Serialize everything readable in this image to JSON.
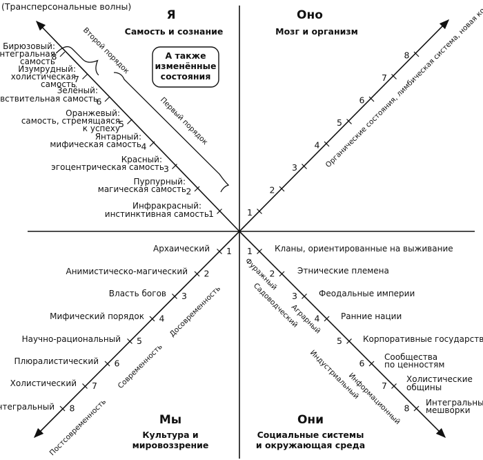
{
  "corner_label": "(Трансперсональные волны)",
  "quadrants": {
    "upper_left": {
      "title": "Я",
      "subtitle": "Самость и сознание"
    },
    "upper_right": {
      "title": "Оно",
      "subtitle": "Мозг и организм"
    },
    "lower_left": {
      "title": "Мы",
      "subtitle_line1": "Культура и",
      "subtitle_line2": "мировоззрение"
    },
    "lower_right": {
      "title": "Они",
      "subtitle_line1": "Социальные системы",
      "subtitle_line2": "и окружающая среда"
    }
  },
  "altered_states": {
    "line1": "А также",
    "line2": "изменённые",
    "line3": "состояния"
  },
  "tick_numbers": [
    "1",
    "2",
    "3",
    "4",
    "5",
    "6",
    "7",
    "8"
  ],
  "upper_left_levels": [
    {
      "line1": "Инфракрасный:",
      "line2": "инстинктивная самость"
    },
    {
      "line1": "Пурпурный:",
      "line2": "магическая самость"
    },
    {
      "line1": "Красный:",
      "line2": "эгоцентрическая самость"
    },
    {
      "line1": "Янтарный:",
      "line2": "мифическая самость"
    },
    {
      "line1": "Оранжевый:",
      "line2": "самость, стремящаяся",
      "line3": "к успеху"
    },
    {
      "line1": "Зелёный:",
      "line2": "чувствительная самость"
    },
    {
      "line1": "Изумрудный:",
      "line2": "холистическая",
      "line3": "самость"
    },
    {
      "line1": "Бирюзовый:",
      "line2": "интегральная",
      "line3": "самость"
    }
  ],
  "upper_left_orders": {
    "first": "Первый порядок",
    "second": "Второй порядок"
  },
  "upper_right_axis_label": "Органические состояния, лимбическая система, новая кора и т.д.",
  "lower_left_levels": [
    "Архаический",
    "Анимистическо-магический",
    "Власть богов",
    "Мифический порядок",
    "Научно-рациональный",
    "Плюралистический",
    "Холистический",
    "Интегральный"
  ],
  "lower_left_eras": {
    "pre": "Досовременность",
    "modern": "Современность",
    "post": "Постсовременность"
  },
  "lower_right_levels": [
    {
      "line1": "Кланы, ориентированные на выживание"
    },
    {
      "line1": "Этнические племена"
    },
    {
      "line1": "Феодальные империи"
    },
    {
      "line1": "Ранние нации"
    },
    {
      "line1": "Корпоративные государства"
    },
    {
      "line1": "Сообщества",
      "line2": "по ценностям"
    },
    {
      "line1": "Холистические",
      "line2": "общины"
    },
    {
      "line1": "Интегральные",
      "line2": "мешворки"
    }
  ],
  "lower_right_economies": [
    "Фуражный",
    "Садоводческий",
    "Аграрный",
    "Индустриальный",
    "Информационный"
  ]
}
